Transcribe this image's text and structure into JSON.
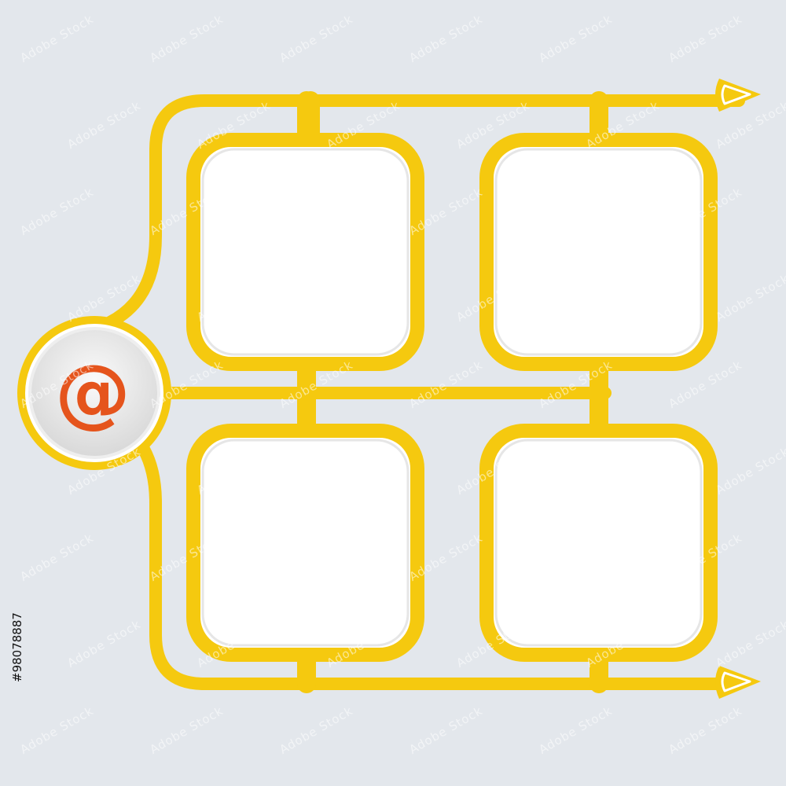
{
  "colors": {
    "background": "#e3e7ec",
    "frame": "#f5c90f",
    "frame_edge": "#e6b400",
    "box_fill": "#ffffff",
    "circle_face": "#eeeeee",
    "at_color": "#e5541c"
  },
  "icon": {
    "name": "at-sign-icon",
    "glyph": "@"
  },
  "boxes": [
    "text-box-1",
    "text-box-2",
    "text-box-3",
    "text-box-4"
  ],
  "arrows": [
    "arrow-right-icon",
    "arrow-right-icon"
  ],
  "watermark": {
    "text": "Adobe Stock"
  },
  "stock_id": "#98078887"
}
